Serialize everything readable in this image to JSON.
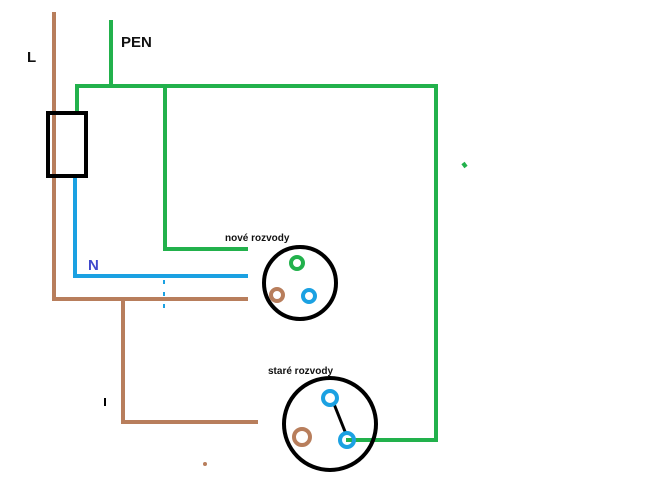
{
  "labels": {
    "L": "L",
    "PEN": "PEN",
    "N": "N",
    "nove_rozvody": "nové rozvody",
    "stare_rozvody": "staré rozvody"
  },
  "colors": {
    "brown": "#b87e5c",
    "green": "#22b14c",
    "blue": "#1ba1e2",
    "black": "#000000",
    "n_label": "#3f48cc"
  }
}
